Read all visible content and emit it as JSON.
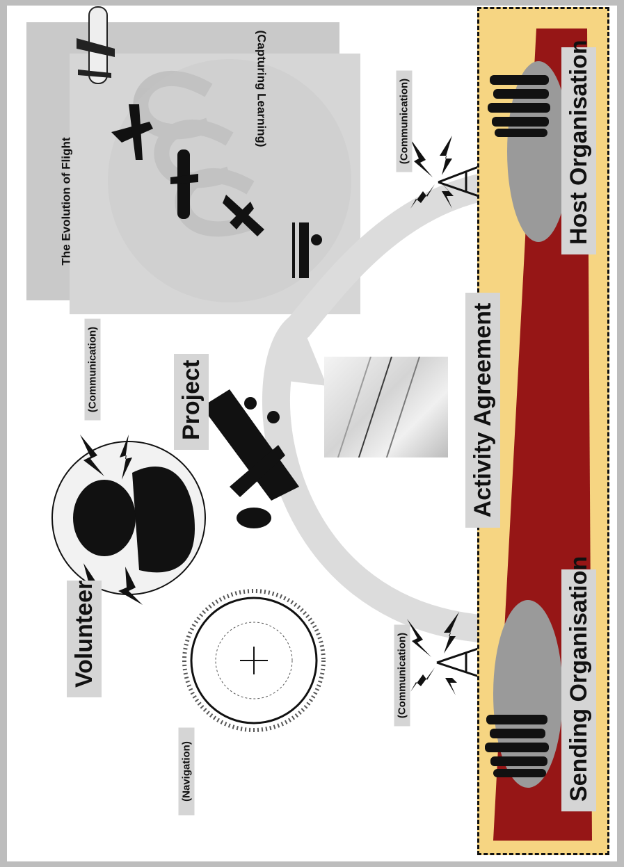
{
  "labels": {
    "volunteer": "Volunteer",
    "project": "Project",
    "activity_agreement": "Activity Agreement",
    "host_organisation": "Host Organisation",
    "sending_organisation": "Sending Organisation",
    "evolution_of_flight": "The Evolution of Flight",
    "capturing_learning": "(Capturing Learning)",
    "communication_volunteer": "(Communication)",
    "communication_host": "(Communication)",
    "communication_sending": "(Communication)",
    "navigation": "(Navigation)"
  },
  "colors": {
    "band_outer": "#f6d582",
    "band_inner": "#961616",
    "label_bg": "#d5d5d5",
    "arc": "#dcdcdc",
    "silhouette": "#111111"
  }
}
